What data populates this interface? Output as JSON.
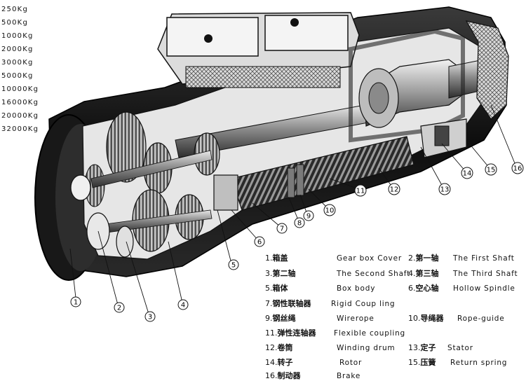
{
  "capacities": [
    "250Kg",
    "500Kg",
    "1000Kg",
    "2000Kg",
    "3000Kg",
    "5000Kg",
    "10000Kg",
    "16000Kg",
    "20000Kg",
    "32000Kg"
  ],
  "callouts": [
    "1",
    "2",
    "3",
    "4",
    "5",
    "6",
    "7",
    "8",
    "9",
    "10",
    "11",
    "12",
    "13",
    "14",
    "15",
    "16"
  ],
  "legend": [
    {
      "num": "1.",
      "cn": "箱盖",
      "en": "Gear box Cover"
    },
    {
      "num": "2.",
      "cn": "第一轴",
      "en": "The First Shaft"
    },
    {
      "num": "3.",
      "cn": "第二轴",
      "en": "The Second Shaft"
    },
    {
      "num": "4.",
      "cn": "第三轴",
      "en": "The Third Shaft"
    },
    {
      "num": "5.",
      "cn": "箱体",
      "en": "Box body"
    },
    {
      "num": "6.",
      "cn": "空心轴",
      "en": "Hollow Spindle"
    },
    {
      "num": "7.",
      "cn": "钢性联轴器",
      "en": "Rigid Coup ling"
    },
    {
      "num": "9.",
      "cn": "钢丝绳",
      "en": "Wirerope"
    },
    {
      "num": "10.",
      "cn": "导绳器",
      "en": "Rope-guide"
    },
    {
      "num": "11.",
      "cn": "弹性连轴器",
      "en": "Flexible coupling"
    },
    {
      "num": "12.",
      "cn": "卷筒",
      "en": "Winding drum"
    },
    {
      "num": "13.",
      "cn": "定子",
      "en": "Stator"
    },
    {
      "num": "14.",
      "cn": "转子",
      "en": "Rotor"
    },
    {
      "num": "15.",
      "cn": "压簧",
      "en": "Return spring"
    },
    {
      "num": "16.",
      "cn": "制动器",
      "en": "Brake"
    }
  ],
  "colors": {
    "ink": "#111111",
    "shell": "#1c1c1c",
    "steel": "#7a7a7a",
    "light": "#d8d8d8",
    "bg": "#ffffff"
  }
}
